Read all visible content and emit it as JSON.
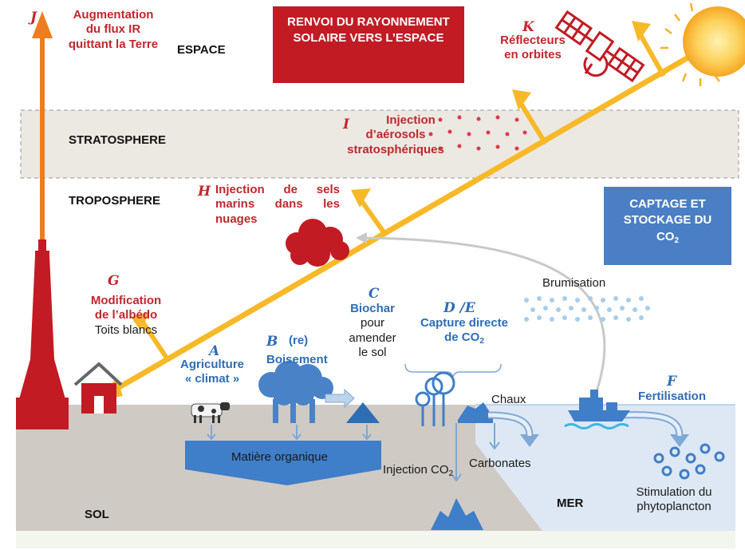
{
  "zones": {
    "espace": "ESPACE",
    "stratosphere": "STRATOSPHERE",
    "troposphere": "TROPOSPHERE",
    "sol": "SOL",
    "mer": "MER"
  },
  "boxes": {
    "renvoi_line1": "RENVOI DU RAYONNEMENT",
    "renvoi_line2": "SOLAIRE VERS L’ESPACE",
    "captage_line1": "CAPTAGE ET",
    "captage_line2": "STOCKAGE DU",
    "captage_line3": "CO",
    "captage_sub": "2"
  },
  "items": {
    "J": {
      "letter": "J",
      "line1": "Augmentation",
      "line2": "du flux IR",
      "line3": "quittant la Terre"
    },
    "K": {
      "letter": "K",
      "line1": "Réflecteurs",
      "line2": "en orbites"
    },
    "I": {
      "letter": "I",
      "line1": "Injection",
      "line2": "d’aérosols",
      "line3": "stratosphériques"
    },
    "H": {
      "letter": "H",
      "line1_a": "Injection",
      "line1_b": "de",
      "line1_c": "sels",
      "line2_a": "marins",
      "line2_b": "dans",
      "line2_c": "les",
      "line3": "nuages"
    },
    "G": {
      "letter": "G",
      "line1": "Modification",
      "line2": "de l’albédo",
      "line3": "Toits blancs"
    },
    "A": {
      "letter": "A",
      "line1": "Agriculture",
      "line2": "« climat »"
    },
    "B": {
      "letter": "B",
      "prefix": "(re)",
      "line2": "Boisement"
    },
    "C": {
      "letter": "C",
      "line1": "Biochar",
      "line2": "pour",
      "line3": "amender",
      "line4": "le sol"
    },
    "DE": {
      "letter": "D /E",
      "line1": "Capture directe",
      "line2": "de CO",
      "sub": "2"
    },
    "F": {
      "letter": "F",
      "line1": "Fertilisation"
    }
  },
  "labels": {
    "brumisation": "Brumisation",
    "chaux": "Chaux",
    "matiere": "Matière organique",
    "injection_co2": "Injection CO",
    "injection_sub": "2",
    "carbonates": "Carbonates",
    "stimulation1": "Stimulation du",
    "stimulation2": "phytoplancton"
  },
  "colors": {
    "red": "#c1272d",
    "blue": "#2e6db4",
    "ray": "#f7b928",
    "orange_arrow": "#ee7d1f",
    "strato_band": "#ece8e2",
    "soil": "#cfcac4",
    "sea": "#dde8f4"
  }
}
